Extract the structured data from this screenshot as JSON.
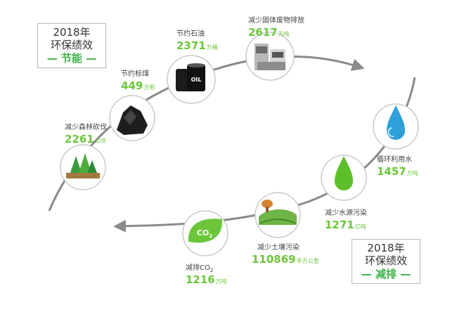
{
  "panels": {
    "energy": {
      "year": "2018年",
      "line2": "环保绩效",
      "title": "— 节能 —"
    },
    "emission": {
      "year": "2018年",
      "line2": "环保绩效",
      "title": "— 减排 —"
    }
  },
  "items": [
    {
      "key": "forest",
      "label": "减少森林砍伐",
      "value": "2261",
      "unit": "公顷"
    },
    {
      "key": "coal",
      "label": "节约标煤",
      "value": "449",
      "unit": "万顿"
    },
    {
      "key": "oil",
      "label": "节约石油",
      "value": "2371",
      "unit": "万桶"
    },
    {
      "key": "waste",
      "label": "减少固体废物排放",
      "value": "2617",
      "unit": "万吨"
    },
    {
      "key": "water-recycle",
      "label": "循环利用水",
      "value": "1457",
      "unit": "万吨"
    },
    {
      "key": "water-pollution",
      "label": "减少水源污染",
      "value": "1271",
      "unit": "亿吨"
    },
    {
      "key": "soil",
      "label": "减少土壤污染",
      "value": "110869",
      "unit": "平方公里"
    },
    {
      "key": "co2",
      "label": "减排CO",
      "label_sub": "2",
      "value": "1216",
      "unit": "万吨"
    }
  ],
  "icons": {
    "co2_text": "CO",
    "co2_sub": "2",
    "oil_text": "OIL"
  },
  "colors": {
    "accent_green": "#6cc63b",
    "title_green": "#3fb14a",
    "arrow_gray": "#8a8a8a"
  }
}
